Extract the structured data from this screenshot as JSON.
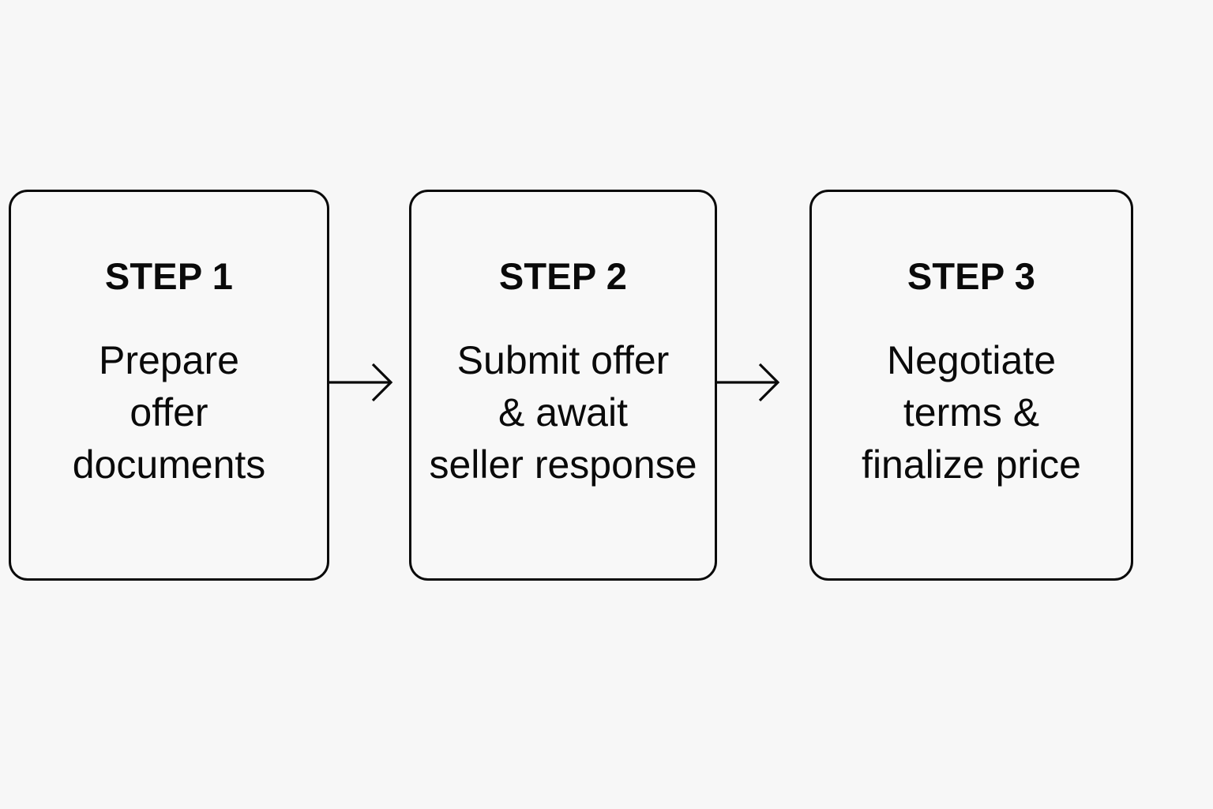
{
  "diagram": {
    "type": "horizontal-process-flow",
    "title": "",
    "background_color": "#f7f7f7",
    "box_fill_color": "#f8f8f8",
    "border_color": "#0a0a0a",
    "text_color": "#0a0a0a",
    "steps": [
      {
        "title": "STEP 1",
        "description": "Prepare\noffer\ndocuments"
      },
      {
        "title": "STEP 2",
        "description": "Submit offer\n& await\nseller response"
      },
      {
        "title": "STEP 3",
        "description": "Negotiate\nterms &\nfinalize price"
      }
    ],
    "connectors": [
      {
        "from": "STEP 1",
        "to": "STEP 2",
        "icon": "arrow-right-icon"
      },
      {
        "from": "STEP 2",
        "to": "STEP 3",
        "icon": "arrow-right-icon"
      }
    ]
  }
}
